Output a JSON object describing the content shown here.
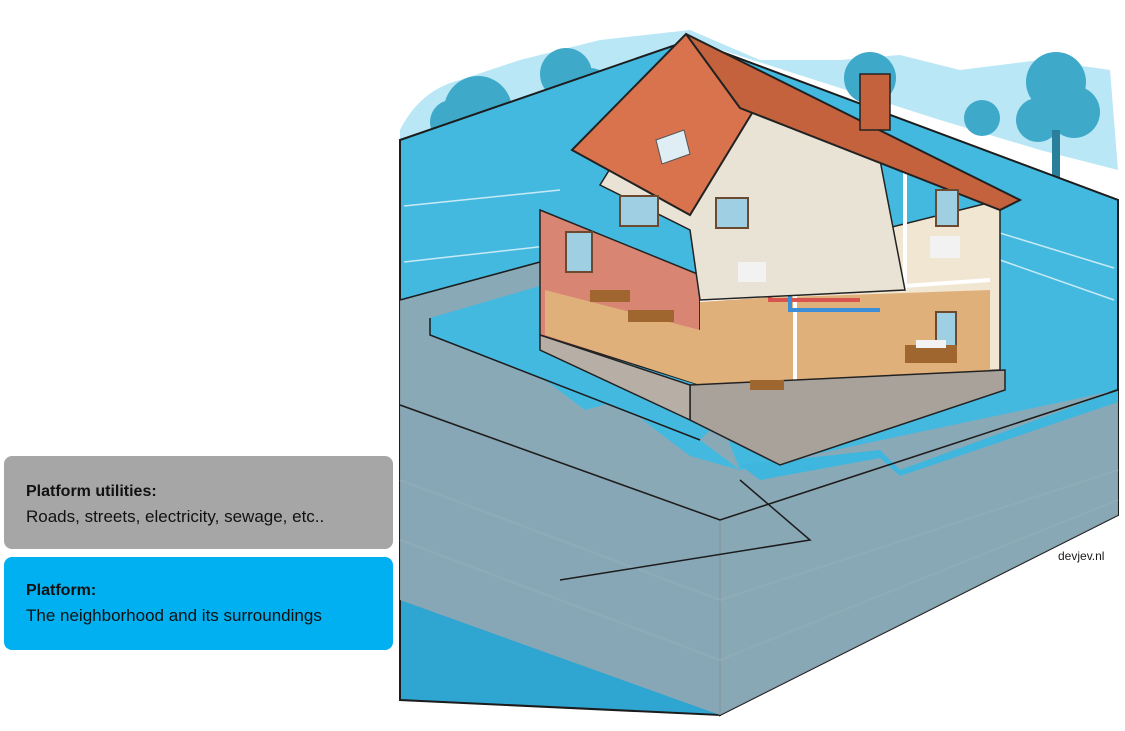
{
  "labels": {
    "utilities": {
      "title": "Platform utilities:",
      "description": "Roads, streets, electricity, sewage, etc.."
    },
    "platform": {
      "title": "Platform:",
      "description": "The neighborhood and its surroundings"
    }
  },
  "watermark": "devjev.nl",
  "colors": {
    "utilities_box": "#a6a6a6",
    "platform_box": "#00b0f0",
    "ground_blue": "#3fb6de",
    "road_gray": "#8fa7b3",
    "roof": "#d9734e"
  }
}
